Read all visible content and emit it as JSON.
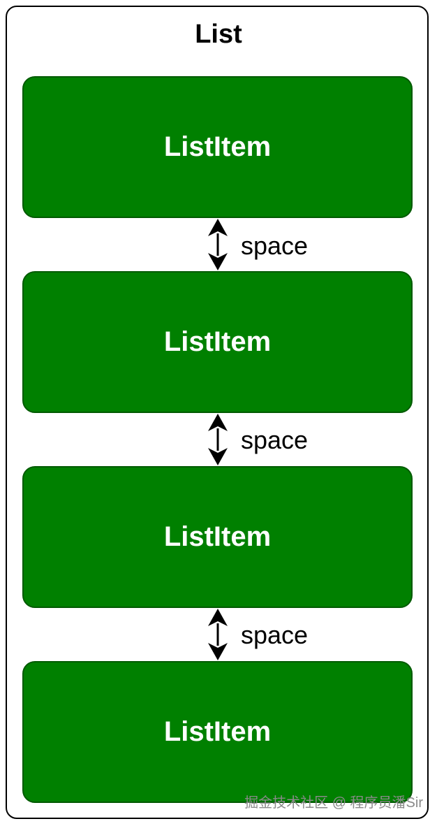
{
  "title": "List",
  "item_color": "#008000",
  "items": [
    {
      "label": "ListItem"
    },
    {
      "label": "ListItem"
    },
    {
      "label": "ListItem"
    },
    {
      "label": "ListItem"
    }
  ],
  "spaces": [
    {
      "label": "space"
    },
    {
      "label": "space"
    },
    {
      "label": "space"
    }
  ],
  "watermark": "掘金技术社区 @ 程序员潘Sir"
}
